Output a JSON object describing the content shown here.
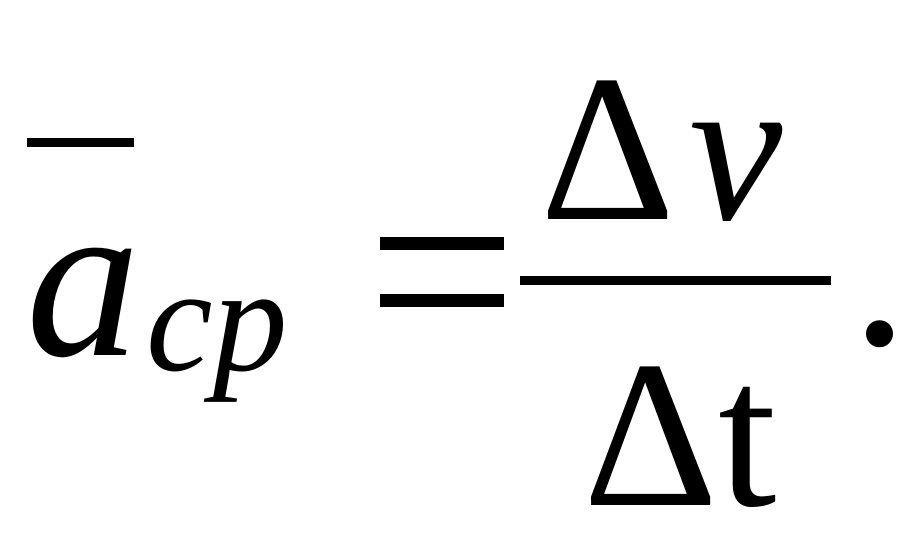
{
  "formula": {
    "lhs": {
      "variable": "a",
      "subscript": "cp",
      "has_overbar": true
    },
    "equals": "=",
    "numerator": {
      "delta": "Δ",
      "variable": "ν"
    },
    "denominator": "Δt",
    "trailing_punctuation": "."
  }
}
